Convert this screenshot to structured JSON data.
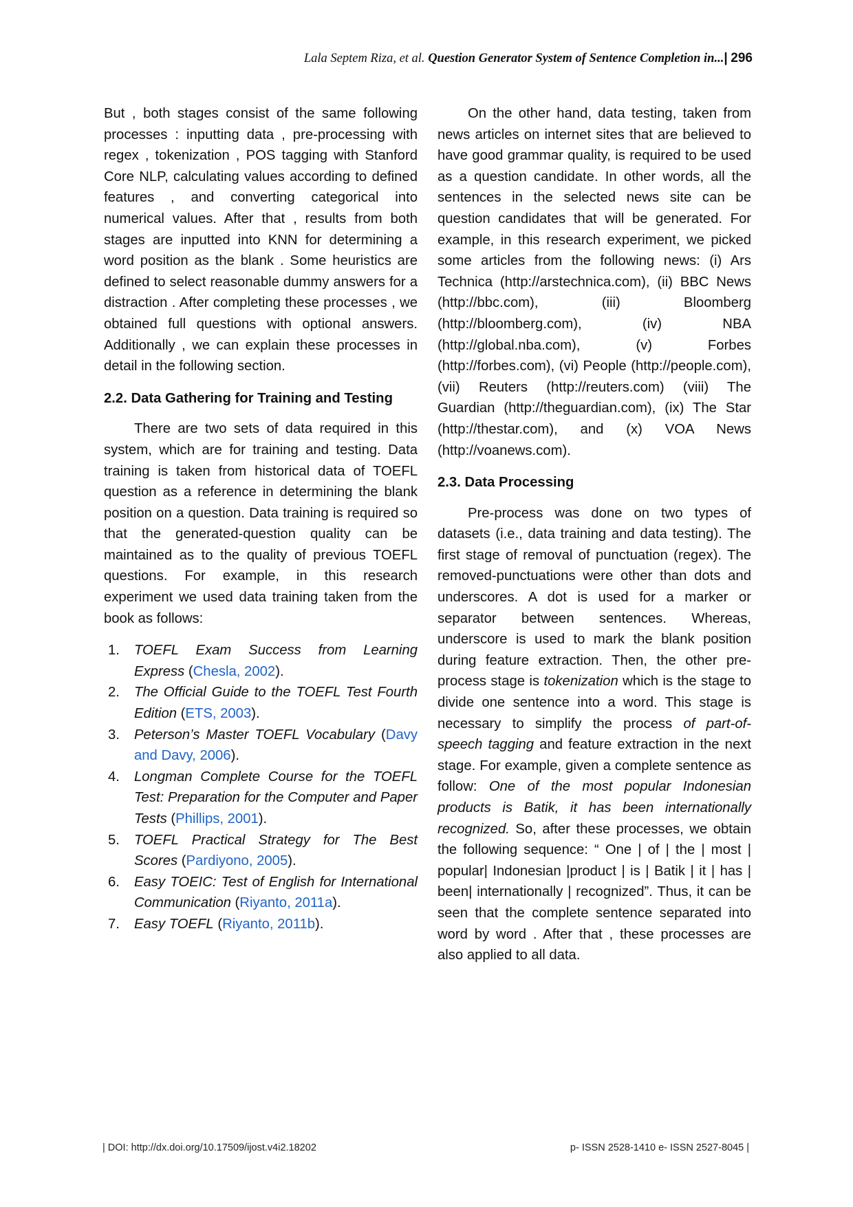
{
  "header": {
    "authors": "Lala Septem Riza, et al.",
    "title": "Question Generator System of Sentence Completion in...",
    "separator": "|",
    "page_number": "296"
  },
  "left_column": {
    "intro_paragraph": "But , both stages consist of the same following processes : inputting data , pre-processing with regex , tokenization , POS tagging with Stanford Core NLP, calculating values according to defined features , and converting categorical into numerical values. After that , results from both stages are inputted into KNN for determining a word position as the blank . Some heuristics are defined to select reasonable dummy answers for a distraction . After completing these processes , we obtained full questions with optional answers. Additionally , we can explain these processes in detail in the following section.",
    "section_heading": "2.2. Data Gathering for Training and Testing",
    "section_paragraph": "There are two sets of data required in this system, which are for training and testing. Data training is taken from historical data of TOEFL question as a reference in determining the blank position on a question. Data training is required so that the generated-question quality can be maintained as to the quality of previous TOEFL questions. For example, in this research experiment we used data training taken from the book as follows:",
    "references": [
      {
        "num": "1.",
        "title": "TOEFL Exam Success from Learning Express",
        "open": " (",
        "cite": "Chesla, 2002",
        "close": ")."
      },
      {
        "num": "2.",
        "title": "The Official Guide to the TOEFL Test Fourth Edition",
        "open": " (",
        "cite": "ETS, 2003",
        "close": ")."
      },
      {
        "num": "3.",
        "title": "Peterson’s Master TOEFL Vocabulary",
        "open": " (",
        "cite": "Davy and Davy, 2006",
        "close": ")."
      },
      {
        "num": "4.",
        "title": "Longman Complete Course for the TOEFL Test: Preparation for the Computer and Paper Tests",
        "open": " (",
        "cite": "Phillips, 2001",
        "close": ")."
      },
      {
        "num": "5.",
        "title": "TOEFL Practical Strategy for The Best Scores",
        "open": " (",
        "cite": "Pardiyono, 2005",
        "close": ")."
      },
      {
        "num": "6.",
        "title": "Easy TOEIC: Test of English for International Communication",
        "open": " (",
        "cite": "Riyanto, 2011a",
        "close": ")."
      },
      {
        "num": "7.",
        "title": "Easy TOEFL",
        "open": " (",
        "cite": "Riyanto, 2011b",
        "close": ")."
      }
    ]
  },
  "right_column": {
    "testing_paragraph": "On the other hand, data testing, taken from news articles on internet sites that are believed to have good grammar quality, is required to be used as a question candidate. In other words, all the sentences in the selected news site can be question candidates that will be generated. For example, in this research experiment, we picked some articles from the following news: (i) Ars Technica (http://arstechnica.com), (ii) BBC News (http://bbc.com), (iii) Bloomberg (http://bloomberg.com), (iv) NBA (http://global.nba.com), (v) Forbes (http://forbes.com), (vi) People (http://people.com), (vii) Reuters (http://reuters.com) (viii) The Guardian (http://theguardian.com), (ix) The Star (http://thestar.com), and (x) VOA News (http://voanews.com).",
    "section_heading": "2.3. Data Processing",
    "processing": {
      "p1": "Pre-process was done on two types of datasets (i.e., data training and data testing). The first stage of removal of punctuation (regex). The removed-punctuations were other than dots and underscores. A dot is used for a marker or separator between sentences. Whereas, underscore is used to mark the blank position during feature extraction. Then, the other pre-process stage is ",
      "p1_italic": "tokenization",
      "p2": " which is the stage to divide one sentence into a word. This stage is necessary to simplify the process ",
      "p2_italic": "of part-of-speech tagging",
      "p3": " and feature extraction in the next stage. For example, given a complete sentence as follow: ",
      "p3_italic": "One of the most popular Indonesian products is Batik, it has been internationally recognized.",
      "p4": " So, after these processes, we obtain the following sequence: “ One | of | the | most | popular| Indonesian |product | is | Batik | it | has | been| internationally | recognized”. Thus, it can be seen that the complete sentence separated into word by word . After that , these processes are also applied to all data."
    }
  },
  "footer": {
    "doi": "| DOI: http://dx.doi.org/10.17509/ijost.v4i2.18202",
    "issn": "p- ISSN 2528-1410 e- ISSN 2527-8045 |"
  }
}
